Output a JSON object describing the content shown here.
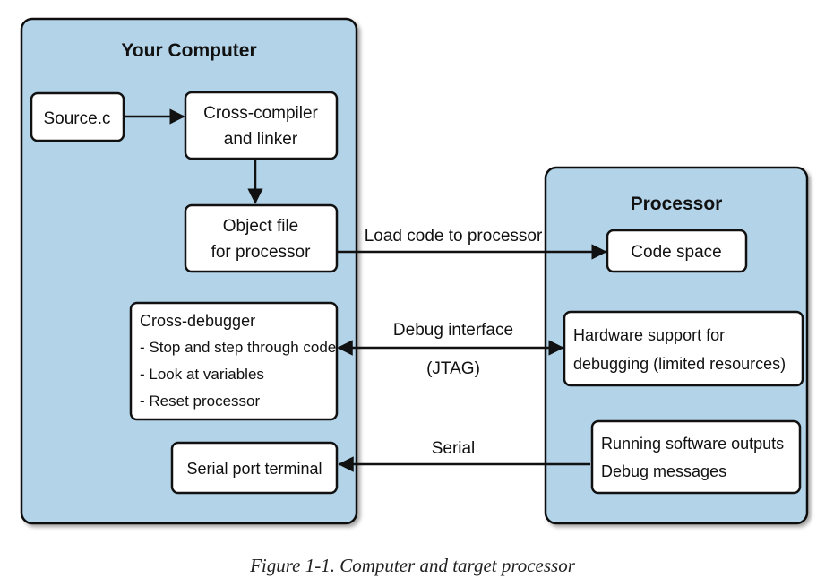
{
  "panels": {
    "computer": {
      "title": "Your Computer"
    },
    "processor": {
      "title": "Processor"
    }
  },
  "nodes": {
    "source": {
      "lines": [
        "Source.c"
      ]
    },
    "compiler": {
      "lines": [
        "Cross-compiler",
        "and linker"
      ]
    },
    "object": {
      "lines": [
        "Object file",
        "for processor"
      ]
    },
    "debugger": {
      "lines": [
        "Cross-debugger",
        "- Stop and step through code",
        "- Look at variables",
        "- Reset processor"
      ]
    },
    "serial_terminal": {
      "lines": [
        "Serial port terminal"
      ]
    },
    "code_space": {
      "lines": [
        "Code space"
      ]
    },
    "hw_support": {
      "lines": [
        "Hardware support for",
        "debugging (limited resources)"
      ]
    },
    "running_sw": {
      "lines": [
        "Running software outputs",
        "Debug messages"
      ]
    }
  },
  "edges": {
    "load": {
      "label": "Load code to processor"
    },
    "debug": {
      "label": "Debug interface",
      "sublabel": "(JTAG)"
    },
    "serial": {
      "label": "Serial"
    }
  },
  "caption": "Figure 1-1. Computer and target processor",
  "colors": {
    "panel_fill": "#b3d3e8",
    "stroke": "#111111",
    "box_fill": "#ffffff"
  }
}
